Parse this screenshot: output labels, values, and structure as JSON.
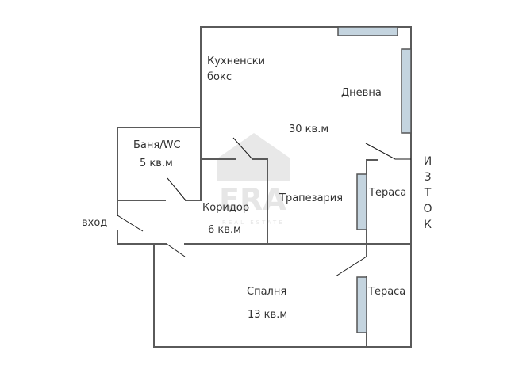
{
  "plan": {
    "watermark": {
      "brand": "ERA",
      "tagline": "REAL ESTATE"
    },
    "rooms": [
      {
        "id": "kitchen",
        "name_line1": "Кухненски",
        "name_line2": "бокс"
      },
      {
        "id": "living",
        "name": "Дневна",
        "area": "30 кв.м"
      },
      {
        "id": "bath",
        "name": "Баня/WC",
        "area": "5 кв.м"
      },
      {
        "id": "corridor",
        "name": "Коридор",
        "area": "6 кв.м"
      },
      {
        "id": "dining",
        "name": "Трапезария"
      },
      {
        "id": "terrace1",
        "name": "Тераса"
      },
      {
        "id": "bedroom",
        "name": "Спалня",
        "area": "13 кв.м"
      },
      {
        "id": "terrace2",
        "name": "Тераса"
      }
    ],
    "entrance": "вход",
    "orientation": {
      "label": "ИЗТОК",
      "letters": [
        "И",
        "З",
        "Т",
        "О",
        "К"
      ]
    },
    "colors": {
      "wall": "#5a5a5a",
      "window": "#c4d4df",
      "text": "#333333"
    }
  }
}
